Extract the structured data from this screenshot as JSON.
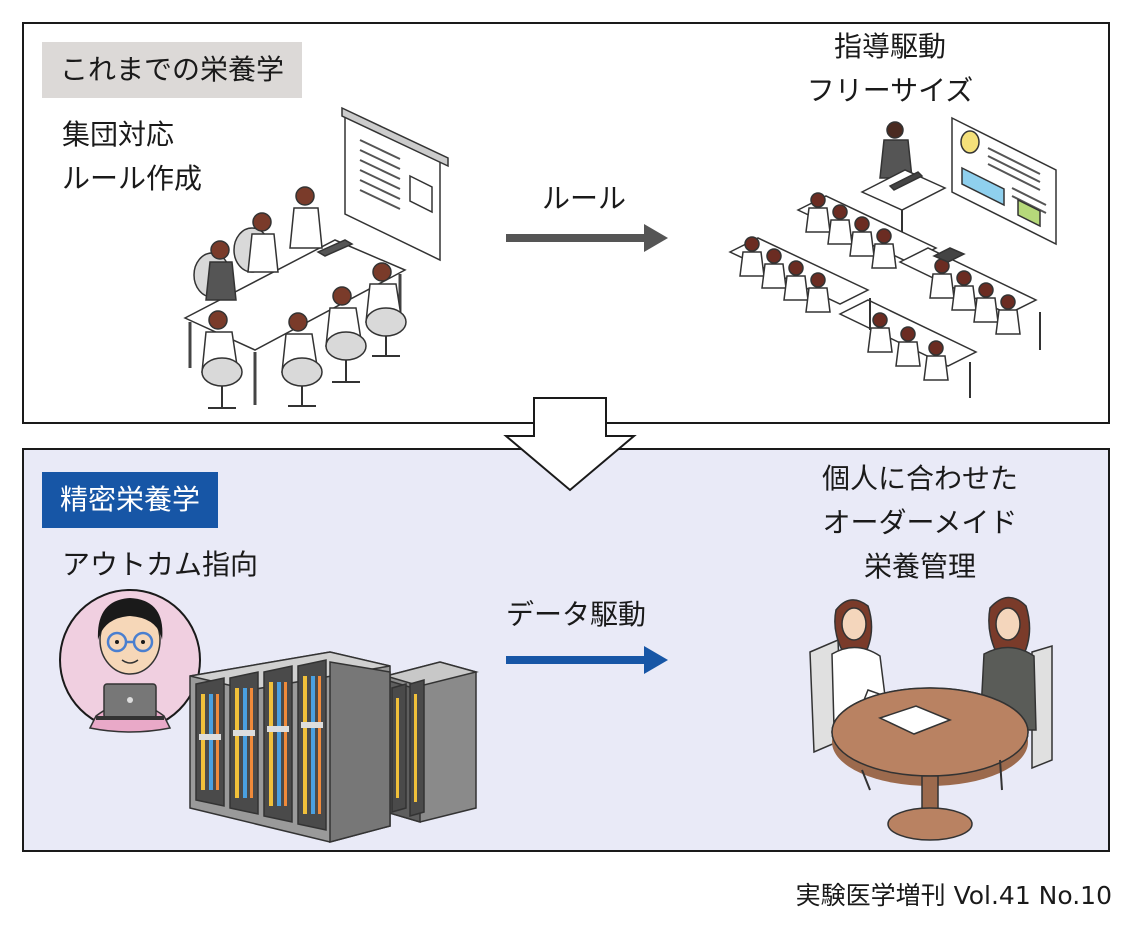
{
  "traditional": {
    "tag": "これまでの栄養学",
    "features_line1": "集団対応",
    "features_line2": "ルール作成",
    "arrow_label": "ルール",
    "result_line1": "指導駆動",
    "result_line2": "フリーサイズ"
  },
  "precision": {
    "tag": "精密栄養学",
    "feature": "アウトカム指向",
    "arrow_label": "データ駆動",
    "result_line1": "個人に合わせた",
    "result_line2": "オーダーメイド",
    "result_line3": "栄養管理"
  },
  "footer": "実験医学増刊 Vol.41 No.10",
  "colors": {
    "old_tag_bg": "#dcd9d7",
    "new_tag_bg": "#1756a6",
    "bottom_panel_bg": "#e9eaf7",
    "rule_arrow": "#555555",
    "data_arrow": "#1756a6"
  },
  "icons": [
    "meeting-illustration",
    "lecture-illustration",
    "server-illustration",
    "analyst-avatar-illustration",
    "consultation-illustration",
    "down-arrow"
  ]
}
